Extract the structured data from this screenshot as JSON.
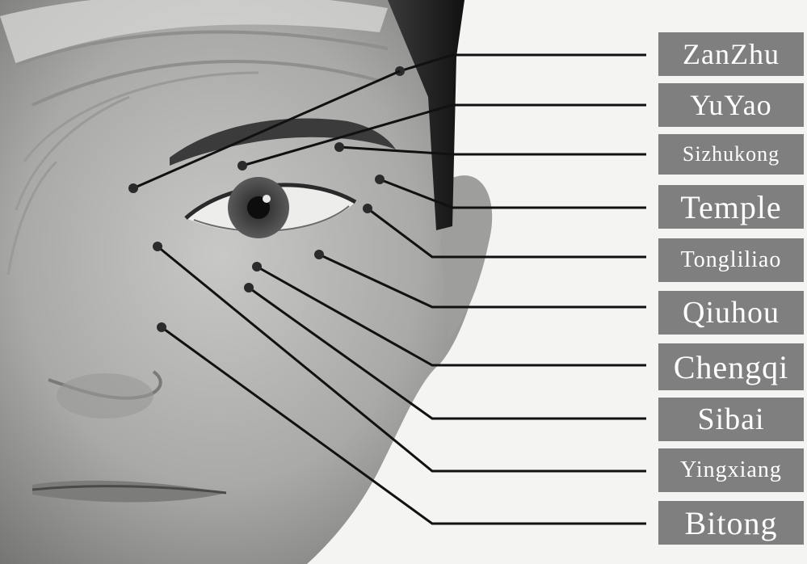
{
  "diagram": {
    "points": [
      {
        "name": "ZanZhu"
      },
      {
        "name": "YuYao"
      },
      {
        "name": "Sizhukong"
      },
      {
        "name": "Temple"
      },
      {
        "name": "Tongliliao"
      },
      {
        "name": "Qiuhou"
      },
      {
        "name": "Chengqi"
      },
      {
        "name": "Sibai"
      },
      {
        "name": "Yingxiang"
      },
      {
        "name": "Bitong"
      }
    ]
  },
  "colors": {
    "label_background": "#7f7f7f",
    "label_text": "#ffffff",
    "leader_line": "#111111",
    "page_background": "#f4f4f2"
  }
}
